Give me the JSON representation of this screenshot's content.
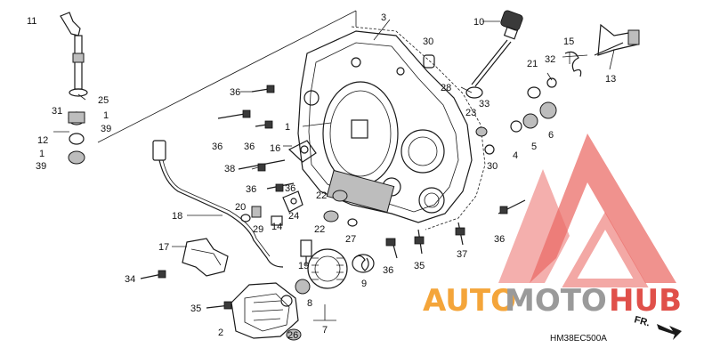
{
  "diagram": {
    "code": "HM38EC500A",
    "direction_label": "FR.",
    "brand": {
      "part1": "AUTO",
      "part2": "MOTO",
      "part3": "HUB",
      "colors": {
        "orange": "#f4a53a",
        "gray": "#9a9a9a",
        "red": "#e0504a",
        "logo": "#e8544f"
      }
    },
    "labels": [
      {
        "id": "l11",
        "text": "11"
      },
      {
        "id": "l10",
        "text": "10"
      },
      {
        "id": "l3",
        "text": "3"
      },
      {
        "id": "l30a",
        "text": "30"
      },
      {
        "id": "l15",
        "text": "15"
      },
      {
        "id": "l21",
        "text": "21"
      },
      {
        "id": "l32",
        "text": "32"
      },
      {
        "id": "l13",
        "text": "13"
      },
      {
        "id": "l25",
        "text": "25"
      },
      {
        "id": "l36a",
        "text": "36"
      },
      {
        "id": "l28",
        "text": "28"
      },
      {
        "id": "l31",
        "text": "31"
      },
      {
        "id": "l1a",
        "text": "1"
      },
      {
        "id": "l39a",
        "text": "39"
      },
      {
        "id": "l36b",
        "text": "36"
      },
      {
        "id": "l1b",
        "text": "1"
      },
      {
        "id": "l23",
        "text": "23"
      },
      {
        "id": "l33",
        "text": "33"
      },
      {
        "id": "l12",
        "text": "12"
      },
      {
        "id": "l36c",
        "text": "36"
      },
      {
        "id": "l36d",
        "text": "36"
      },
      {
        "id": "l16",
        "text": "16"
      },
      {
        "id": "l4",
        "text": "4"
      },
      {
        "id": "l5",
        "text": "5"
      },
      {
        "id": "l6",
        "text": "6"
      },
      {
        "id": "l1c",
        "text": "1"
      },
      {
        "id": "l39b",
        "text": "39"
      },
      {
        "id": "l38",
        "text": "38"
      },
      {
        "id": "l30b",
        "text": "30"
      },
      {
        "id": "l36e",
        "text": "36"
      },
      {
        "id": "l22a",
        "text": "22"
      },
      {
        "id": "l20",
        "text": "20"
      },
      {
        "id": "l18",
        "text": "18"
      },
      {
        "id": "l24",
        "text": "24"
      },
      {
        "id": "l22b",
        "text": "22"
      },
      {
        "id": "l29",
        "text": "29"
      },
      {
        "id": "l14",
        "text": "14"
      },
      {
        "id": "l27",
        "text": "27"
      },
      {
        "id": "l36f",
        "text": "36"
      },
      {
        "id": "l17",
        "text": "17"
      },
      {
        "id": "l19",
        "text": "19"
      },
      {
        "id": "l37",
        "text": "37"
      },
      {
        "id": "l36g",
        "text": "36"
      },
      {
        "id": "l35a",
        "text": "35"
      },
      {
        "id": "l34",
        "text": "34"
      },
      {
        "id": "l9",
        "text": "9"
      },
      {
        "id": "l8",
        "text": "8"
      },
      {
        "id": "l35b",
        "text": "35"
      },
      {
        "id": "l2",
        "text": "2"
      },
      {
        "id": "l26",
        "text": "26"
      },
      {
        "id": "l7",
        "text": "7"
      }
    ]
  }
}
